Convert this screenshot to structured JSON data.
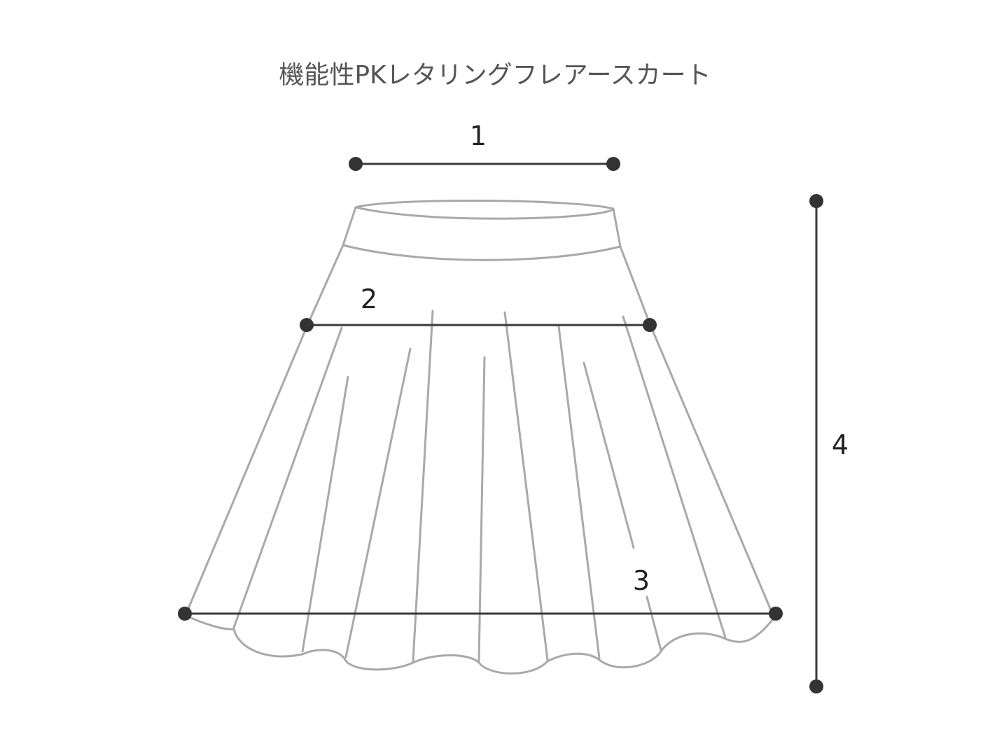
{
  "title": "機能性PKレタリングフレアースカート",
  "measurements": [
    {
      "id": "1",
      "label": "1"
    },
    {
      "id": "2",
      "label": "2"
    },
    {
      "id": "3",
      "label": "3"
    },
    {
      "id": "4",
      "label": "4"
    }
  ],
  "colors": {
    "outline": "#a9a9a9",
    "measure": "#333333",
    "title": "#555555"
  }
}
